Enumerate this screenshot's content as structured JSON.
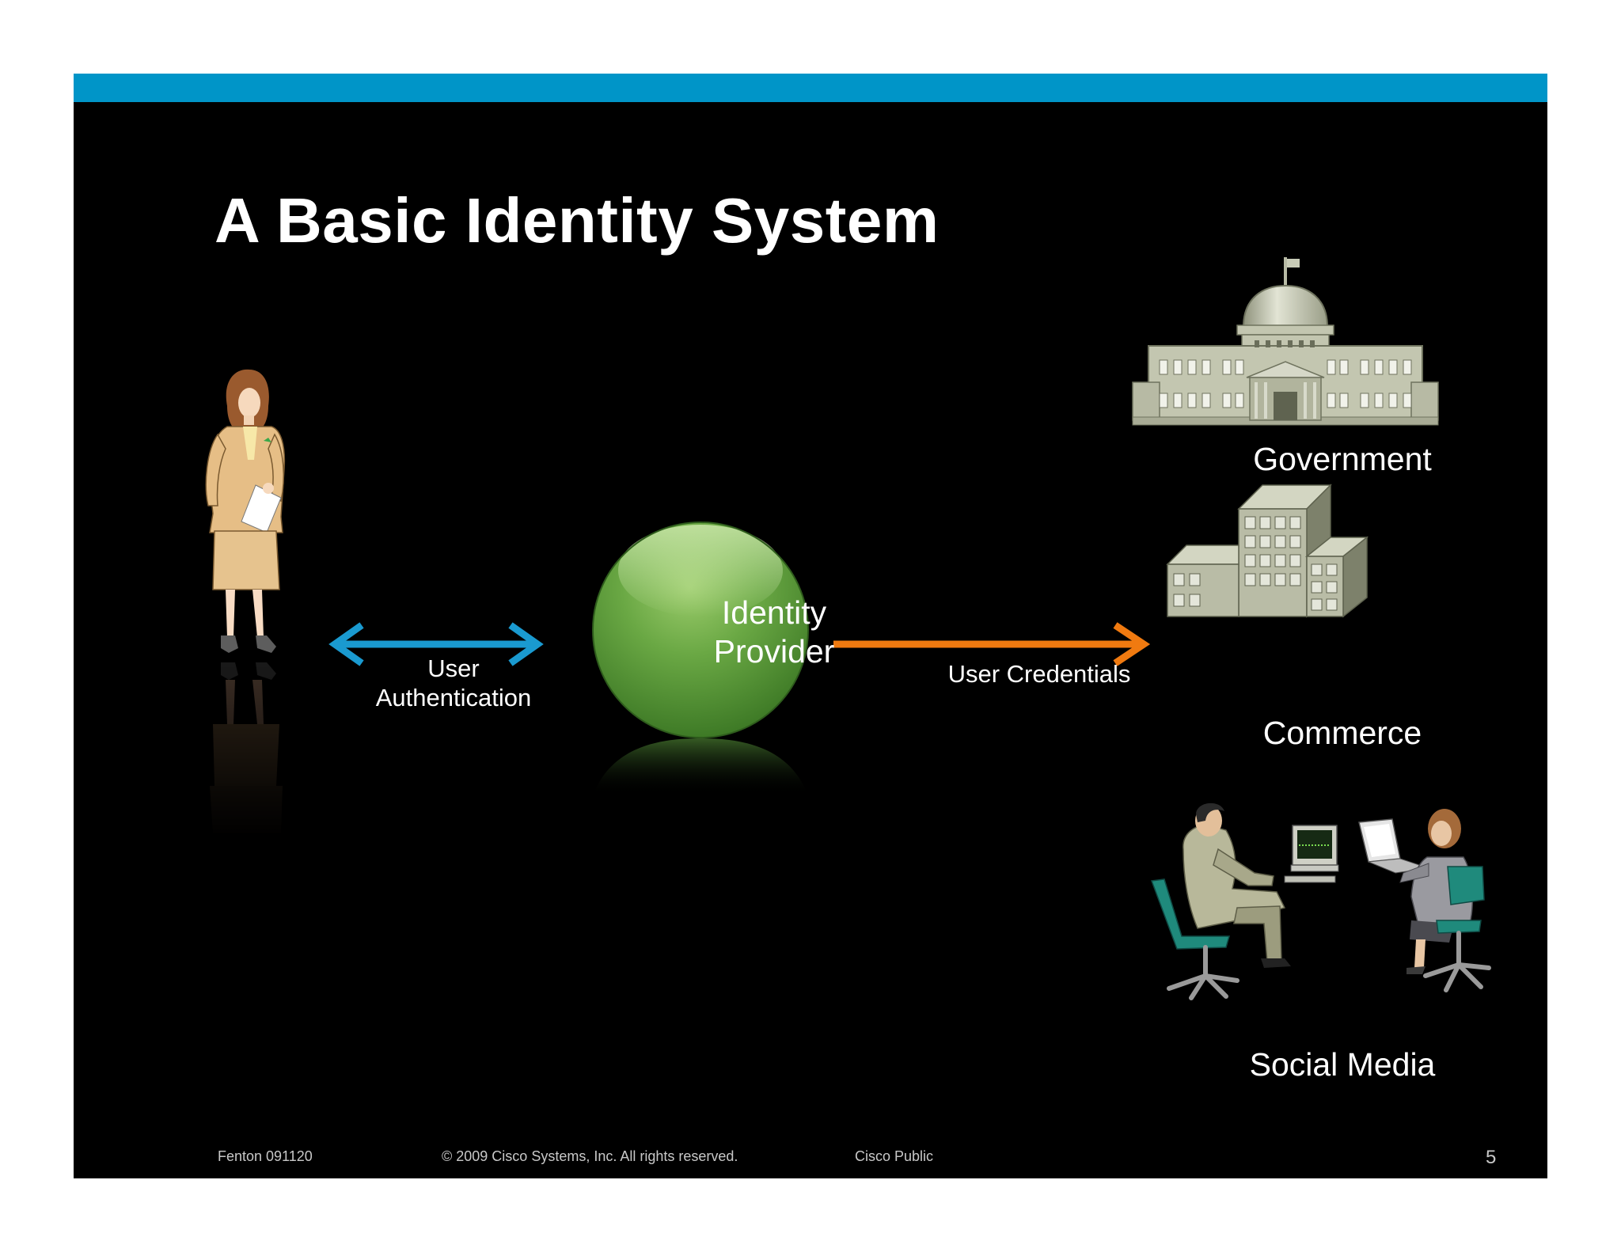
{
  "slide": {
    "title": "A Basic Identity System",
    "accent_bar_color": "#0095c8",
    "background_color": "#000000"
  },
  "diagram": {
    "user": {
      "icon": "woman-user-icon"
    },
    "user_link": {
      "label_line1": "User",
      "label_line2": "Authentication",
      "color": "#1a9ad0",
      "direction": "bidirectional"
    },
    "identity_provider": {
      "line1": "Identity",
      "line2": "Provider",
      "color": "#5f9a3c"
    },
    "credentials_link": {
      "label": "User Credentials",
      "color": "#f07a10",
      "direction": "forward"
    },
    "relying_parties": [
      {
        "label": "Government",
        "icon": "government-building-icon"
      },
      {
        "label": "Commerce",
        "icon": "office-buildings-icon"
      },
      {
        "label": "Social Media",
        "icon": "people-at-computers-icon"
      }
    ]
  },
  "footer": {
    "author": "Fenton 091120",
    "copyright": "© 2009 Cisco Systems, Inc. All rights reserved.",
    "classification": "Cisco Public",
    "page_number": "5"
  }
}
